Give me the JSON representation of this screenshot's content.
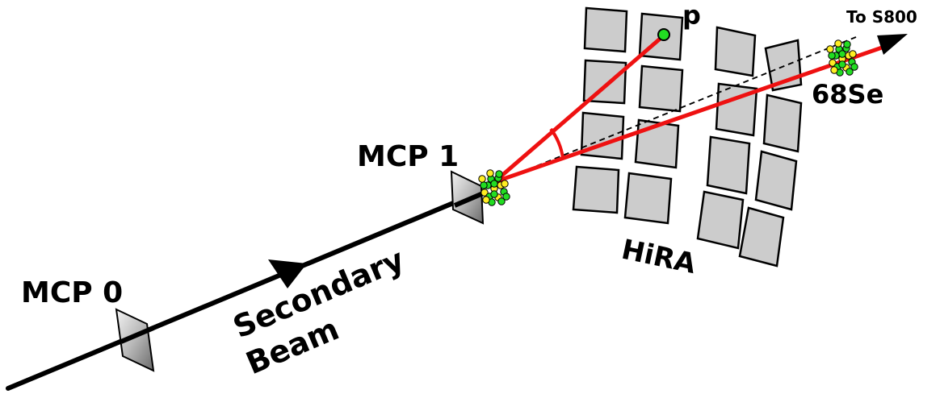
{
  "labels": {
    "mcp0": "MCP 0",
    "mcp1": "MCP 1",
    "proton": "p",
    "to_s800": "To S800",
    "se68": "68Se",
    "hira": "HiRA",
    "secondary": "Secondary",
    "beam": "Beam"
  },
  "colors": {
    "beam_line": "#000000",
    "track": "#ee1111",
    "detector_fill": "#cccccc",
    "nucleon_green": "#22dd22",
    "nucleon_yellow": "#ffee22",
    "proton": "#22dd22"
  }
}
